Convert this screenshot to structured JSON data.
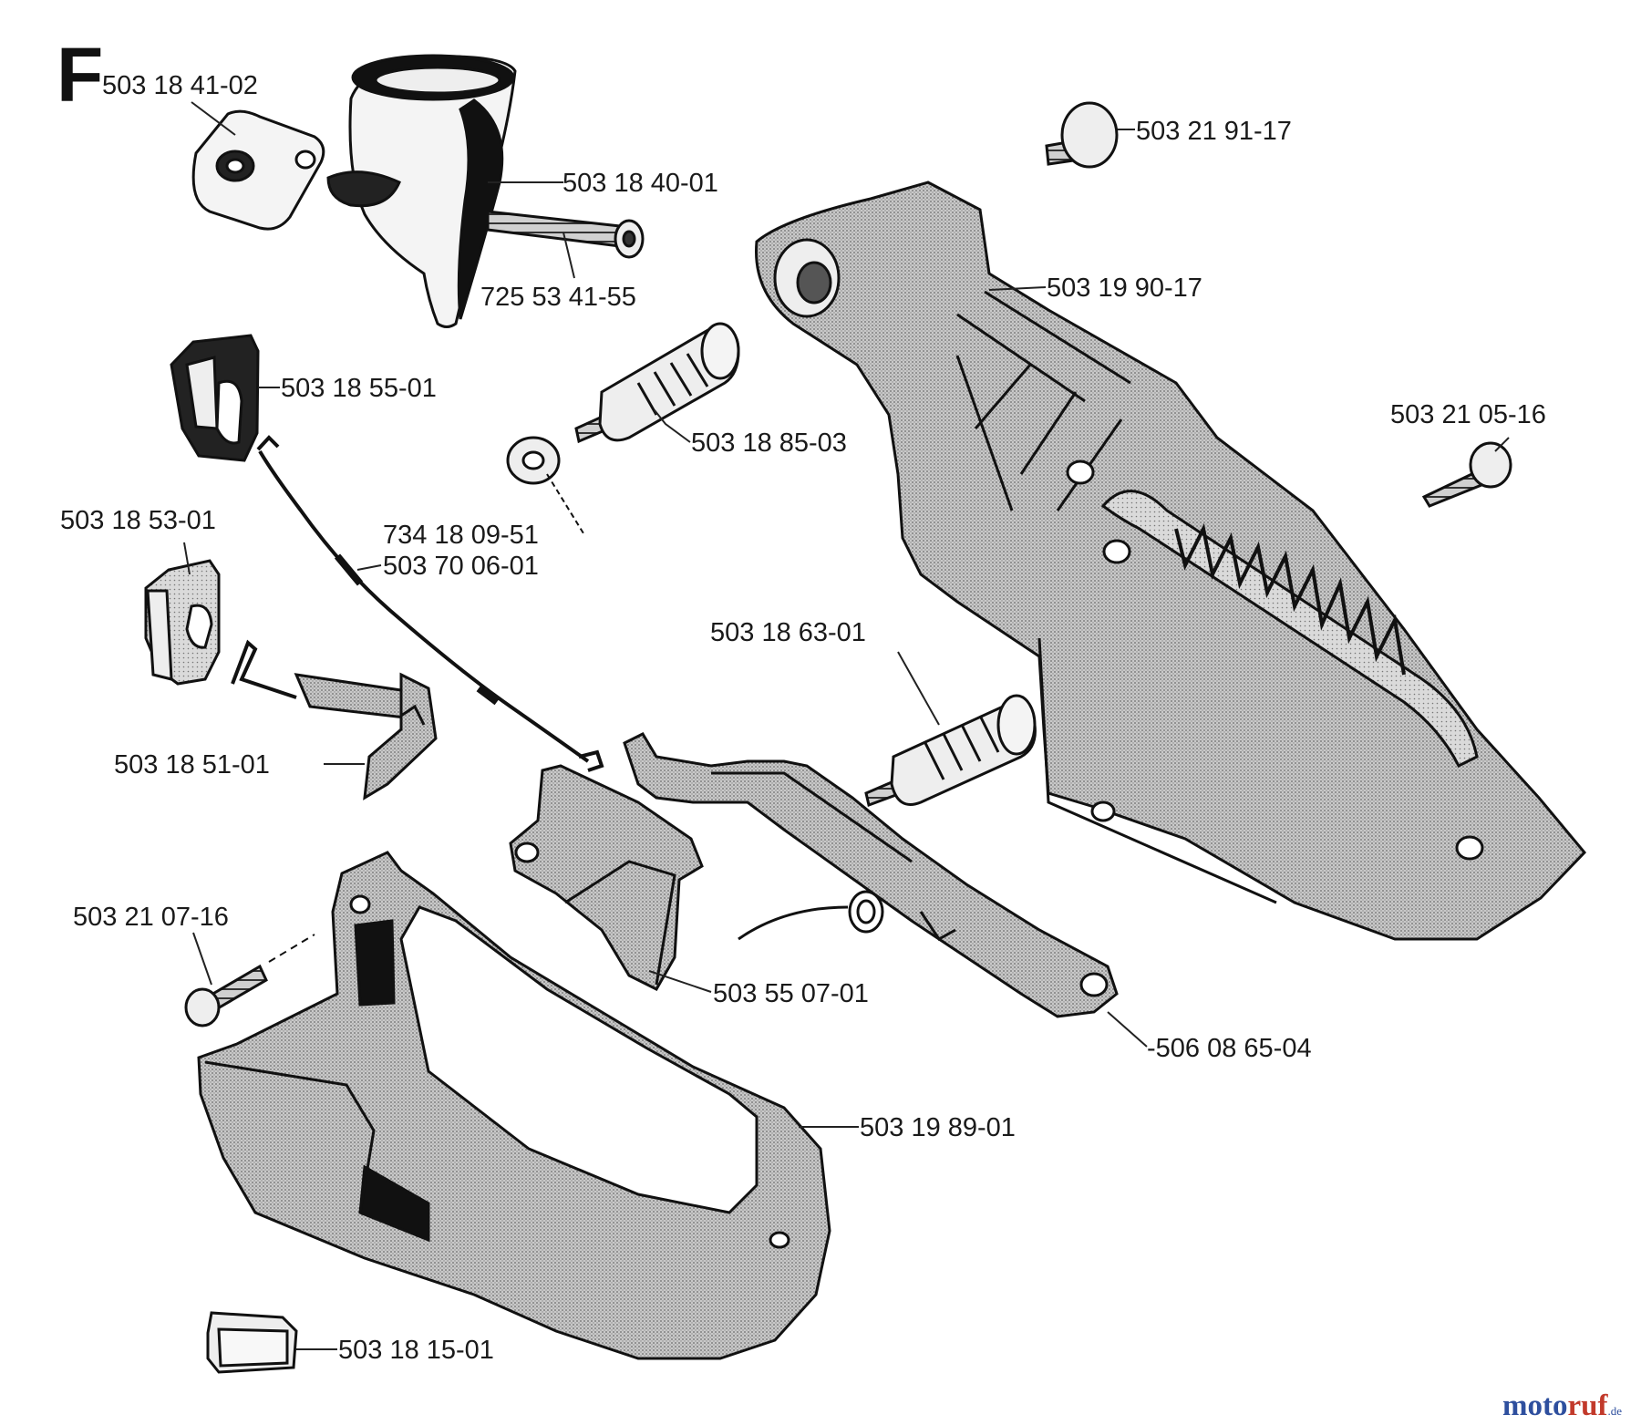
{
  "section_letter": "F",
  "parts": [
    {
      "id": "p1",
      "part_no": "503 18 41-02",
      "item": "flange-gasket"
    },
    {
      "id": "p2",
      "part_no": "503 18 40-01",
      "item": "fuel-tank-funnel"
    },
    {
      "id": "p3",
      "part_no": "725 53 41-55",
      "item": "socket-screw"
    },
    {
      "id": "p4",
      "part_no": "503 21 91-17",
      "item": "mushroom-screw"
    },
    {
      "id": "p5",
      "part_no": "503 19 90-17",
      "item": "rear-handle-housing"
    },
    {
      "id": "p6",
      "part_no": "503 18 55-01",
      "item": "cable-clip"
    },
    {
      "id": "p7",
      "part_no": "503 18 85-03",
      "item": "upper-vibration-spring"
    },
    {
      "id": "p8",
      "part_no": "503 21 05-16",
      "item": "screw"
    },
    {
      "id": "p9",
      "part_no": "734 18 09-51",
      "item": "washer"
    },
    {
      "id": "p10",
      "part_no": "503 70 06-01",
      "item": "throttle-cable"
    },
    {
      "id": "p11",
      "part_no": "503 18 53-01",
      "item": "small-clip"
    },
    {
      "id": "p12",
      "part_no": "503 18 63-01",
      "item": "lower-vibration-spring"
    },
    {
      "id": "p13",
      "part_no": "503 18 51-01",
      "item": "choke-rod"
    },
    {
      "id": "p14",
      "part_no": "503 21 07-16",
      "item": "screw"
    },
    {
      "id": "p15",
      "part_no": "503 55 07-01",
      "item": "throttle-lockout"
    },
    {
      "id": "p16",
      "part_no": "506 08 65-04",
      "item": "throttle-trigger"
    },
    {
      "id": "p17",
      "part_no": "503 19 89-01",
      "item": "handle-cover"
    },
    {
      "id": "p18",
      "part_no": "503 18 15-01",
      "item": "switch-button"
    }
  ],
  "watermark": {
    "main": "motoruf",
    "suffix": ".de",
    "colors": [
      "#2e4f9e",
      "#c23a2b"
    ]
  }
}
